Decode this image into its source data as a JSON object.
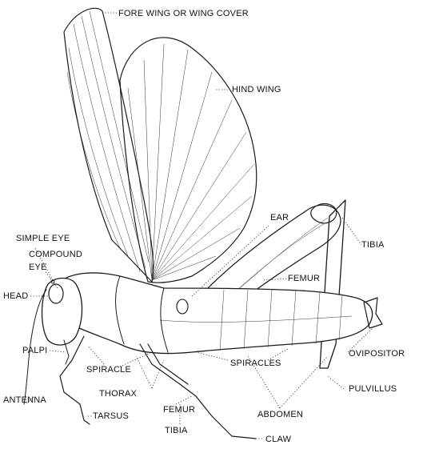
{
  "labels": {
    "fore_wing": "FORE WING OR WING COVER",
    "hind_wing": "HIND WING",
    "ear": "EAR",
    "tibia_top": "TIBIA",
    "simple_eye": "SIMPLE EYE",
    "compound_eye_1": "COMPOUND",
    "compound_eye_2": "EYE",
    "femur_top": "FEMUR",
    "head": "HEAD",
    "palpi": "PALPI",
    "spiracle": "SPIRACLE",
    "spiracles": "SPIRACLES",
    "ovipositor": "OVIPOSITOR",
    "thorax": "THORAX",
    "antenna": "ANTENNA",
    "pulvillus": "PULVILLUS",
    "femur_bottom": "FEMUR",
    "abdomen": "ABDOMEN",
    "tarsus": "TARSUS",
    "tibia_bottom": "TIBIA",
    "claw": "CLAW"
  },
  "colors": {
    "ink": "#1a1a1a",
    "paper": "#ffffff"
  }
}
